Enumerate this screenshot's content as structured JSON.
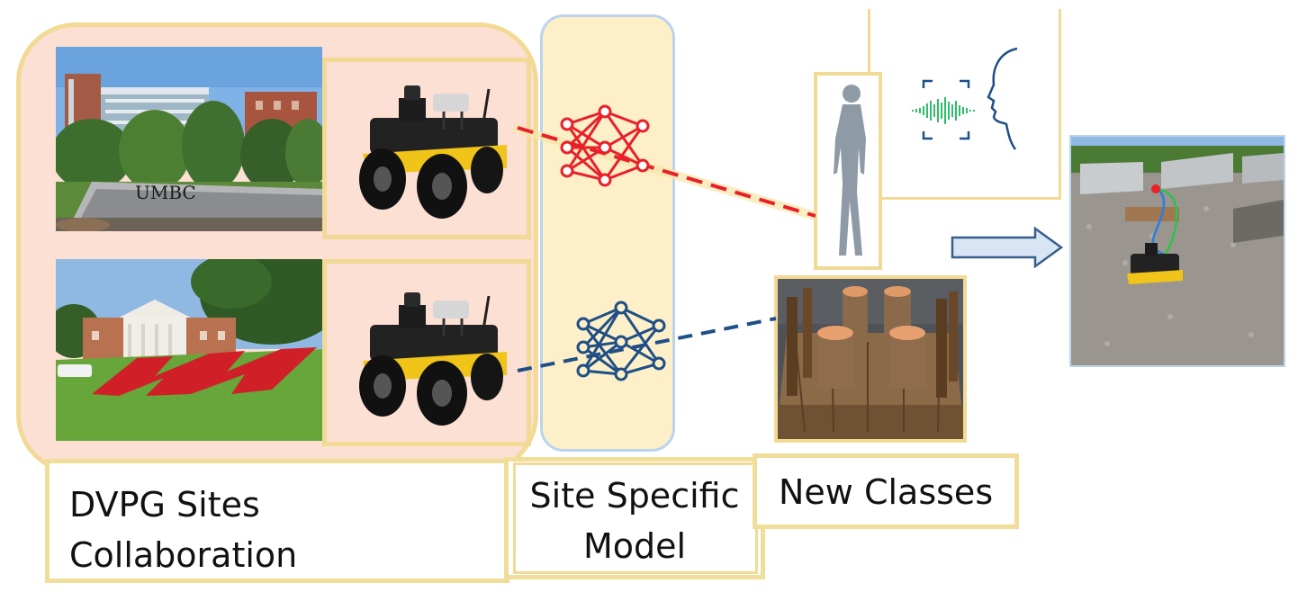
{
  "labels": {
    "sites": {
      "line1": "DVPG Sites",
      "line2": "Collaboration"
    },
    "model": {
      "line1": "Site Specific",
      "line2": "Model"
    },
    "classes": "New Classes"
  },
  "photos": {
    "top_site_sign": "UMBC"
  },
  "colors": {
    "sites_fill": "#fbe0d3",
    "sites_border": "#f2da96",
    "model_fill": "#fdf0c8",
    "model_border": "#bcd3ee",
    "red_network": "#e8202a",
    "blue_network": "#1f4f86",
    "arrow_fill": "#d8e5f4",
    "arrow_stroke": "#3a5f8c"
  },
  "icons": [
    "robot-icon",
    "neural-network-icon",
    "person-silhouette-icon",
    "voice-recognition-icon",
    "right-arrow-icon"
  ]
}
